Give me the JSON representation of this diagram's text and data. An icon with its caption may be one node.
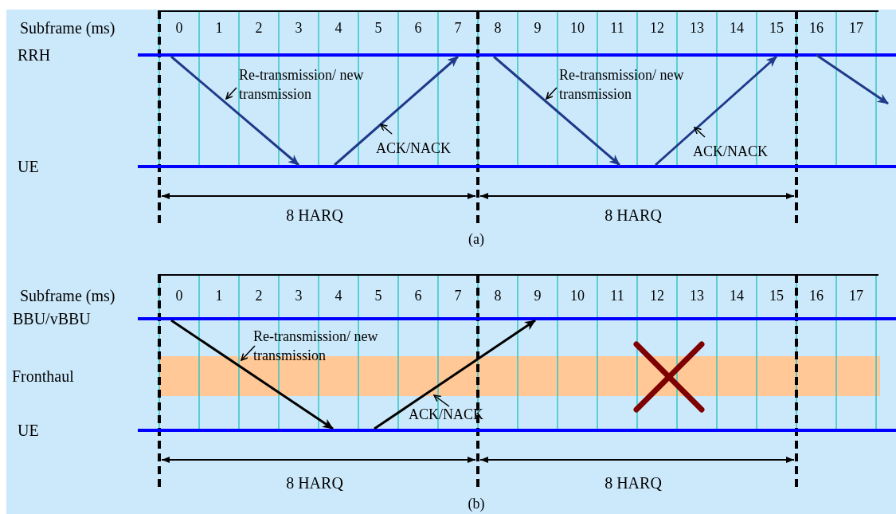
{
  "diagram": {
    "nodes": [
      {
        "text": [
          "RRH"
        ]
      },
      {
        "text": [
          "UE"
        ]
      },
      {
        "text": [
          "BBU/vBBU"
        ]
      },
      {
        "text": [
          "Fronthaul"
        ]
      },
      {
        "text": [
          "UE"
        ]
      }
    ],
    "edges": [
      {
        "from": 0,
        "to": 1,
        "arrow": "to",
        "label": "Re-transmission/ new transmission"
      },
      {
        "from": 1,
        "to": 0,
        "arrow": "to",
        "label": "ACK/NACK"
      },
      {
        "from": 0,
        "to": 1,
        "arrow": "to",
        "label": "Re-transmission/ new transmission"
      },
      {
        "from": 1,
        "to": 0,
        "arrow": "to",
        "label": "ACK/NACK"
      },
      {
        "from": 0,
        "to": null,
        "arrow": "to"
      },
      {
        "from": 2,
        "to": 4,
        "arrow": "to",
        "label": "Re-transmission/ new transmission",
        "color": "#000000"
      },
      {
        "from": 4,
        "to": 2,
        "arrow": "to",
        "label": "ACK/NACK",
        "color": "#000000"
      }
    ],
    "labels": [
      "Subframe (ms)",
      "0",
      "1",
      "2",
      "3",
      "4",
      "5",
      "6",
      "7",
      "8",
      "9",
      "10",
      "11",
      "12",
      "13",
      "14",
      "15",
      "16",
      "17",
      "8 HARQ",
      "8 HARQ",
      "(a)",
      "Subframe (ms)",
      "0",
      "1",
      "2",
      "3",
      "4",
      "5",
      "6",
      "7",
      "8",
      "9",
      "10",
      "11",
      "12",
      "13",
      "14",
      "15",
      "16",
      "17",
      "8 HARQ",
      "8 HARQ",
      "(b)"
    ]
  }
}
